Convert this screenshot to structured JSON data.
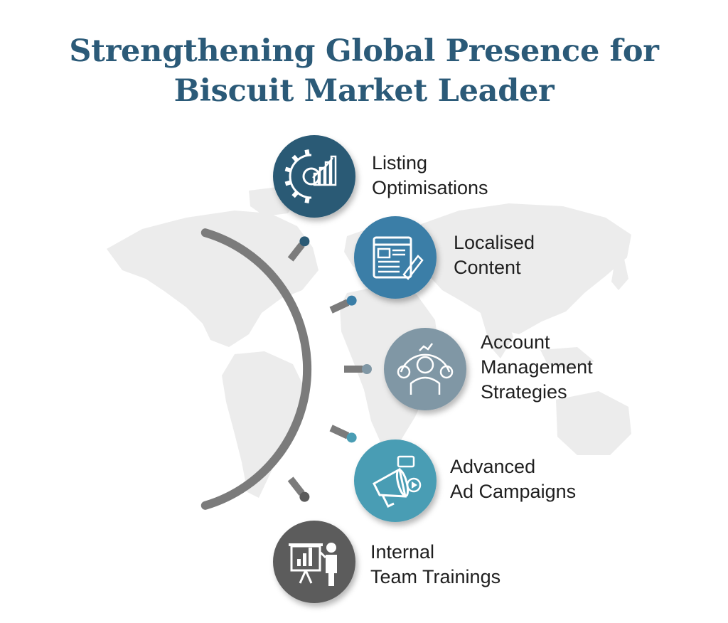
{
  "title": {
    "line1": "Strengthening Global Presence for",
    "line2": "Biscuit Market Leader"
  },
  "colors": {
    "title": "#2b5a78",
    "arc": "#7b7b7b",
    "map": "#ececec",
    "text": "#1f1f1f"
  },
  "steps": [
    {
      "lines": [
        "Listing",
        "Optimisations"
      ],
      "color": "#2a5a75",
      "icon": "gear-chart-icon"
    },
    {
      "lines": [
        "Localised",
        "Content"
      ],
      "color": "#3a7ea7",
      "icon": "web-content-icon"
    },
    {
      "lines": [
        "Account",
        "Management",
        "Strategies"
      ],
      "color": "#8097a5",
      "icon": "account-manager-icon"
    },
    {
      "lines": [
        "Advanced",
        "Ad Campaigns"
      ],
      "color": "#4a9db4",
      "icon": "megaphone-icon"
    },
    {
      "lines": [
        "Internal",
        "Team Trainings"
      ],
      "color": "#5b5b5b",
      "icon": "presentation-icon"
    }
  ]
}
